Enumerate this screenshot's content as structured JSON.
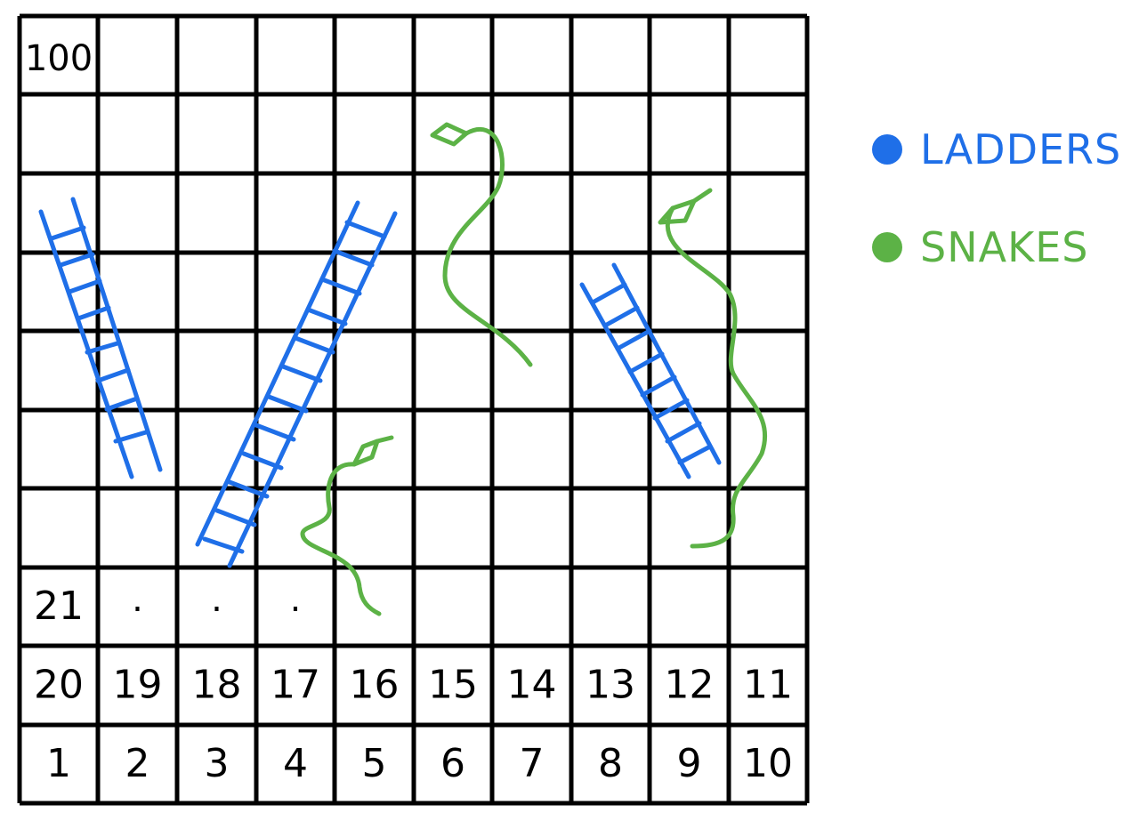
{
  "board": {
    "top_left_label": "100",
    "row3_labels": [
      "21",
      ".",
      ".",
      "."
    ],
    "row2_labels": [
      "20",
      "19",
      "18",
      "17",
      "16",
      "15",
      "14",
      "13",
      "12",
      "11"
    ],
    "row1_labels": [
      "1",
      "2",
      "3",
      "4",
      "5",
      "6",
      "7",
      "8",
      "9",
      "10"
    ]
  },
  "legend": {
    "ladders": {
      "label": "LADDERS",
      "color": "#1f6fe8"
    },
    "snakes": {
      "label": "SNAKES",
      "color": "#5cb246"
    }
  }
}
